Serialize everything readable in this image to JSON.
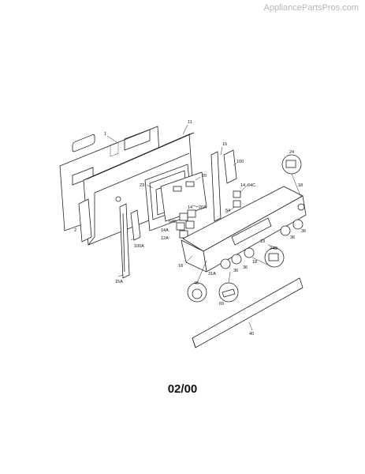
{
  "watermark": "AppliancePartsPros.com",
  "date_code": "02/00",
  "part_labels": {
    "p1": "1",
    "p11": "11",
    "p2": "2",
    "p15": "15",
    "p100": "100",
    "p24": "24",
    "p18a": "18",
    "p20": "20",
    "p23": "23",
    "p20a": "20A",
    "p14a": "14",
    "p64c": "64C",
    "p54": "54",
    "p14b": "14",
    "p64b": "64B",
    "p14A": "14A",
    "p12a": "12A",
    "p100a": "100A",
    "p18b": "18",
    "p19": "19",
    "p24d": "24D",
    "p36a": "36",
    "p36b": "36",
    "p18c": "18",
    "p36c": "36",
    "p36d": "36",
    "p31a": "31A",
    "p15a": "15A",
    "p46": "46",
    "p69": "69",
    "p40": "40"
  }
}
